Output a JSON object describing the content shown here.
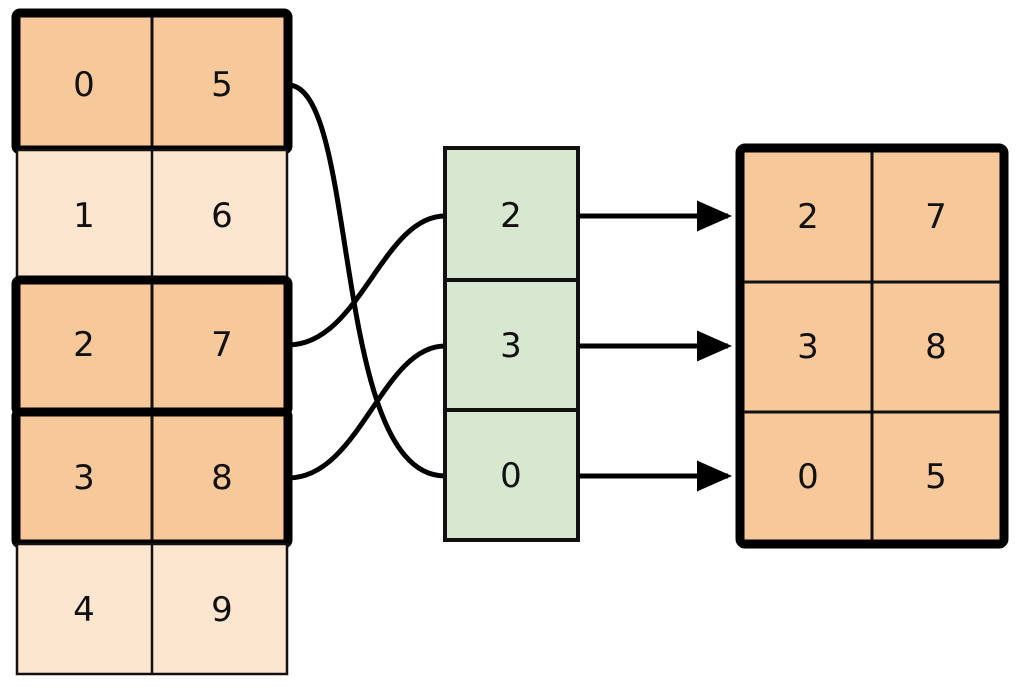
{
  "diagram": {
    "title": "dataframe-row-selection-diagram",
    "colors": {
      "highlight_fill": "#f7c99a",
      "normal_fill": "#fce6d0",
      "index_fill": "#d8e8d0",
      "stroke": "#111111",
      "thick_stroke": "#000000",
      "background": "#ffffff"
    },
    "source_table": {
      "name": "source-table",
      "columns": 2,
      "rows": [
        {
          "cells": [
            "0",
            "5"
          ],
          "highlighted": true
        },
        {
          "cells": [
            "1",
            "6"
          ],
          "highlighted": false
        },
        {
          "cells": [
            "2",
            "7"
          ],
          "highlighted": true
        },
        {
          "cells": [
            "3",
            "8"
          ],
          "highlighted": true
        },
        {
          "cells": [
            "4",
            "9"
          ],
          "highlighted": false
        }
      ]
    },
    "index_column": {
      "name": "index-column",
      "cells": [
        "2",
        "3",
        "0"
      ]
    },
    "result_table": {
      "name": "result-table",
      "columns": 2,
      "rows": [
        {
          "cells": [
            "2",
            "7"
          ]
        },
        {
          "cells": [
            "3",
            "8"
          ]
        },
        {
          "cells": [
            "0",
            "5"
          ]
        }
      ]
    },
    "connectors": [
      {
        "name": "connector-row0-to-index2",
        "from_row": 0,
        "to_index": 2
      },
      {
        "name": "connector-row2-to-index0",
        "from_row": 2,
        "to_index": 0
      },
      {
        "name": "connector-row3-to-index1",
        "from_row": 3,
        "to_index": 1
      }
    ],
    "arrows": [
      {
        "name": "arrow-index0-to-result0",
        "from_index": 0,
        "to_row": 0
      },
      {
        "name": "arrow-index1-to-result1",
        "from_index": 1,
        "to_row": 1
      },
      {
        "name": "arrow-index2-to-result2",
        "from_index": 2,
        "to_row": 2
      }
    ]
  }
}
